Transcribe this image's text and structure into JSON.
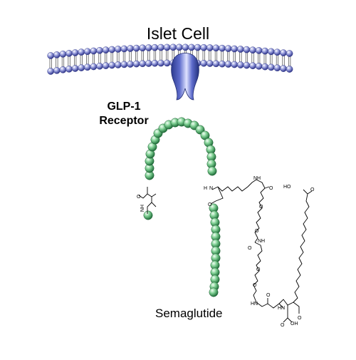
{
  "title": "Islet Cell",
  "receptor": {
    "line1": "GLP-1",
    "line2": "Receptor"
  },
  "drug": "Semaglutide",
  "atoms": {
    "n": "N",
    "h": "H",
    "hn": "HN",
    "hn_rot": "H\nN",
    "o": "O",
    "ho": "HO",
    "oh": "OH",
    "nh": "NH",
    "hn_tag": "HN"
  },
  "colors": {
    "membrane_bead": "#5a62b8",
    "receptor": "#3a4aa0",
    "peptide_bead": "#3c9a5c"
  }
}
